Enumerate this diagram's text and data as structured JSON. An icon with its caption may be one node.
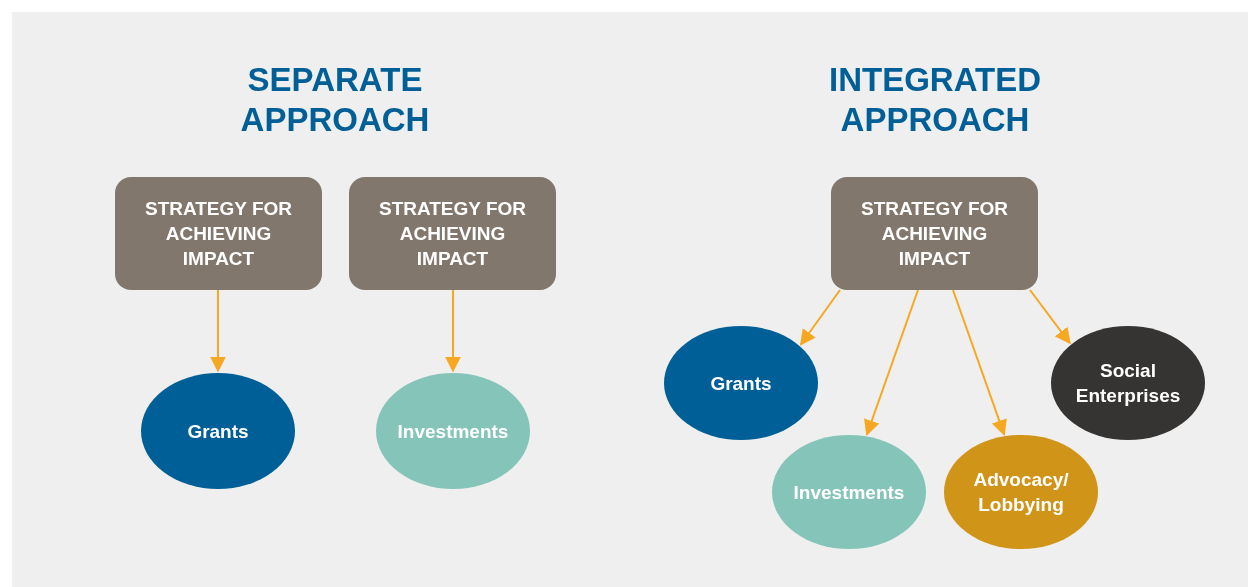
{
  "diagram": {
    "nodes": [
      {
        "text": [
          "STRATEGY FOR ACHIEVING IMPACT"
        ]
      },
      {
        "text": [
          "STRATEGY FOR ACHIEVING IMPACT"
        ]
      },
      {
        "text": [
          "Grants"
        ]
      },
      {
        "text": [
          "Investments"
        ]
      },
      {
        "text": [
          "STRATEGY FOR ACHIEVING IMPACT"
        ]
      },
      {
        "text": [
          "Grants"
        ]
      },
      {
        "text": [
          "Investments"
        ]
      },
      {
        "text": [
          "Advocacy/ Lobbying"
        ]
      },
      {
        "text": [
          "Social Enterprises"
        ]
      }
    ],
    "edges": [
      {
        "from": 0,
        "to": 2,
        "arrow": "to"
      },
      {
        "from": 1,
        "to": 3,
        "arrow": "to"
      },
      {
        "from": 4,
        "to": 5,
        "arrow": "to"
      },
      {
        "from": 4,
        "to": 6,
        "arrow": "to"
      },
      {
        "from": 4,
        "to": 7,
        "arrow": "to"
      },
      {
        "from": 4,
        "to": 8,
        "arrow": "to"
      }
    ],
    "labels": [
      "SEPARATE APPROACH",
      "INTEGRATED APPROACH"
    ]
  }
}
